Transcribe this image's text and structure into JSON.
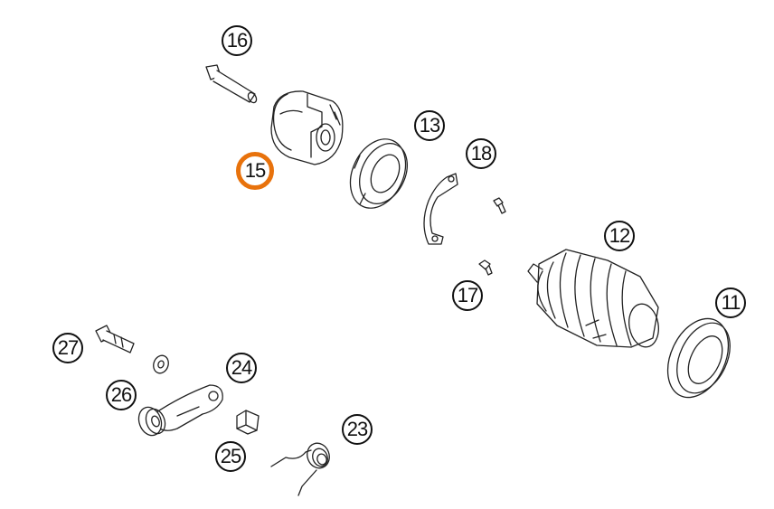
{
  "diagram": {
    "highlight_color": "#e8720c",
    "callouts": [
      {
        "id": "c16",
        "label": "16",
        "active": false
      },
      {
        "id": "c15",
        "label": "15",
        "active": true
      },
      {
        "id": "c13",
        "label": "13",
        "active": false
      },
      {
        "id": "c18",
        "label": "18",
        "active": false
      },
      {
        "id": "c12",
        "label": "12",
        "active": false
      },
      {
        "id": "c17",
        "label": "17",
        "active": false
      },
      {
        "id": "c11",
        "label": "11",
        "active": false
      },
      {
        "id": "c27",
        "label": "27",
        "active": false
      },
      {
        "id": "c24",
        "label": "24",
        "active": false
      },
      {
        "id": "c26",
        "label": "26",
        "active": false
      },
      {
        "id": "c25",
        "label": "25",
        "active": false
      },
      {
        "id": "c23",
        "label": "23",
        "active": false
      }
    ]
  }
}
